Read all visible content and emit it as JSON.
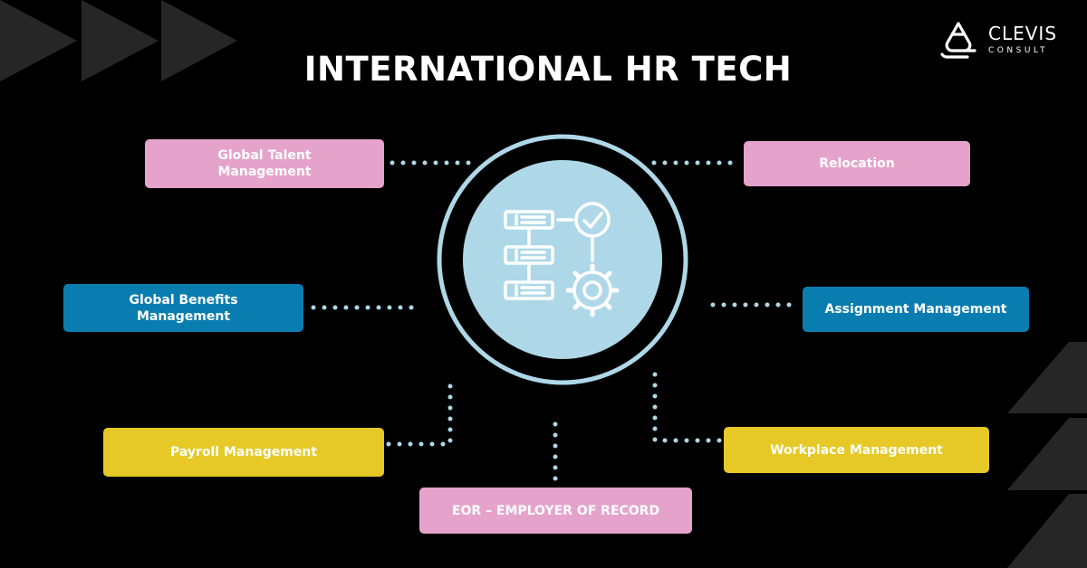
{
  "title": "INTERNATIONAL HR TECH",
  "logo": {
    "name": "CLEVIS",
    "sub": "CONSULT"
  },
  "center_icon": "workflow-checklist-gear-icon",
  "nodes": {
    "global_talent": "Global Talent Management",
    "relocation": "Relocation",
    "global_benefits": "Global Benefits Management",
    "assignment": "Assignment Management",
    "payroll": "Payroll Management",
    "workplace": "Workplace Management",
    "eor": "EOR – EMPLOYER OF RECORD"
  },
  "colors": {
    "background": "#000000",
    "pink": "#e5a3cc",
    "blue": "#0a7db0",
    "yellow": "#e6c926",
    "hub_fill": "#aed8e8",
    "dots": "#aed8e8",
    "decor_triangles": "#262626"
  }
}
